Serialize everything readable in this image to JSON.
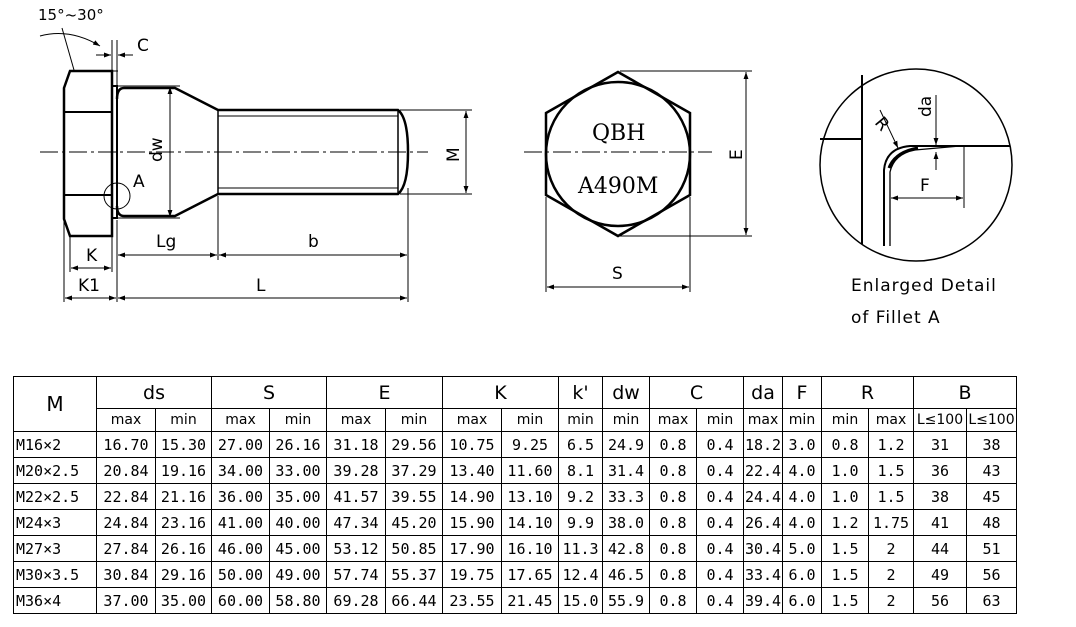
{
  "side_view": {
    "angle_label": "15°~30°",
    "labels": {
      "C": "C",
      "dw": "dw",
      "A": "A",
      "M": "M",
      "K": "K",
      "Lg": "Lg",
      "b": "b",
      "K1": "K1",
      "L": "L"
    }
  },
  "end_view": {
    "marking_line1": "QBH",
    "marking_line2": "A490M",
    "label_E": "E",
    "label_S": "S"
  },
  "detail_view": {
    "label_R": "R",
    "label_da": "da",
    "label_F": "F",
    "caption_line1": "Enlarged Detail",
    "caption_line2": "of Fillet A"
  },
  "table": {
    "size_header": "M",
    "groups": [
      {
        "name": "ds",
        "subs": [
          "max",
          "min"
        ]
      },
      {
        "name": "S",
        "subs": [
          "max",
          "min"
        ]
      },
      {
        "name": "E",
        "subs": [
          "max",
          "min"
        ]
      },
      {
        "name": "K",
        "subs": [
          "max",
          "min"
        ]
      },
      {
        "name": "k'",
        "subs": [
          "min"
        ]
      },
      {
        "name": "dw",
        "subs": [
          "min"
        ]
      },
      {
        "name": "C",
        "subs": [
          "max",
          "min"
        ]
      },
      {
        "name": "da",
        "subs": [
          "max"
        ]
      },
      {
        "name": "F",
        "subs": [
          "min"
        ]
      },
      {
        "name": "R",
        "subs": [
          "min",
          "max"
        ]
      },
      {
        "name": "B",
        "subs": [
          "L≤100",
          "L≤100"
        ]
      }
    ],
    "rows": [
      {
        "size": "M16×2",
        "values": [
          "16.70",
          "15.30",
          "27.00",
          "26.16",
          "31.18",
          "29.56",
          "10.75",
          "9.25",
          "6.5",
          "24.9",
          "0.8",
          "0.4",
          "18.2",
          "3.0",
          "0.8",
          "1.2",
          "31",
          "38"
        ]
      },
      {
        "size": "M20×2.5",
        "values": [
          "20.84",
          "19.16",
          "34.00",
          "33.00",
          "39.28",
          "37.29",
          "13.40",
          "11.60",
          "8.1",
          "31.4",
          "0.8",
          "0.4",
          "22.4",
          "4.0",
          "1.0",
          "1.5",
          "36",
          "43"
        ]
      },
      {
        "size": "M22×2.5",
        "values": [
          "22.84",
          "21.16",
          "36.00",
          "35.00",
          "41.57",
          "39.55",
          "14.90",
          "13.10",
          "9.2",
          "33.3",
          "0.8",
          "0.4",
          "24.4",
          "4.0",
          "1.0",
          "1.5",
          "38",
          "45"
        ]
      },
      {
        "size": "M24×3",
        "values": [
          "24.84",
          "23.16",
          "41.00",
          "40.00",
          "47.34",
          "45.20",
          "15.90",
          "14.10",
          "9.9",
          "38.0",
          "0.8",
          "0.4",
          "26.4",
          "4.0",
          "1.2",
          "1.75",
          "41",
          "48"
        ]
      },
      {
        "size": "M27×3",
        "values": [
          "27.84",
          "26.16",
          "46.00",
          "45.00",
          "53.12",
          "50.85",
          "17.90",
          "16.10",
          "11.3",
          "42.8",
          "0.8",
          "0.4",
          "30.4",
          "5.0",
          "1.5",
          "2",
          "44",
          "51"
        ]
      },
      {
        "size": "M30×3.5",
        "values": [
          "30.84",
          "29.16",
          "50.00",
          "49.00",
          "57.74",
          "55.37",
          "19.75",
          "17.65",
          "12.4",
          "46.5",
          "0.8",
          "0.4",
          "33.4",
          "6.0",
          "1.5",
          "2",
          "49",
          "56"
        ]
      },
      {
        "size": "M36×4",
        "values": [
          "37.00",
          "35.00",
          "60.00",
          "58.80",
          "69.28",
          "66.44",
          "23.55",
          "21.45",
          "15.0",
          "55.9",
          "0.8",
          "0.4",
          "39.4",
          "6.0",
          "1.5",
          "2",
          "56",
          "63"
        ]
      }
    ]
  }
}
